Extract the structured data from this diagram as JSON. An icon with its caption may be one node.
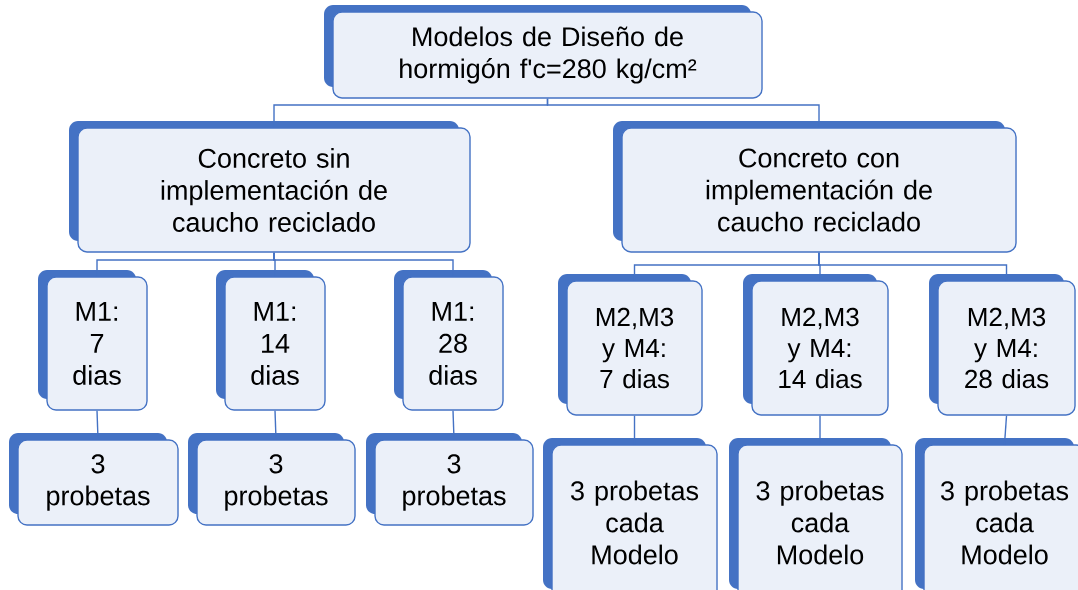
{
  "diagram": {
    "nodes": [
      {
        "text": [
          "Modelos de Diseño de hormigón f'c=280 kg/cm²"
        ]
      },
      {
        "text": [
          "Concreto sin implementación de caucho reciclado"
        ]
      },
      {
        "text": [
          "Concreto con implementación de caucho reciclado"
        ]
      },
      {
        "text": [
          "M1: 7 dias"
        ]
      },
      {
        "text": [
          "M1: 14 dias"
        ]
      },
      {
        "text": [
          "M1: 28 dias"
        ]
      },
      {
        "text": [
          "M2,M3 y M4: 7 dias"
        ]
      },
      {
        "text": [
          "M2,M3 y M4: 14 dias"
        ]
      },
      {
        "text": [
          "M2,M3 y M4: 28 dias"
        ]
      },
      {
        "text": [
          "3 probetas"
        ]
      },
      {
        "text": [
          "3 probetas"
        ]
      },
      {
        "text": [
          "3 probetas"
        ]
      },
      {
        "text": [
          "3 probetas cada Modelo"
        ]
      },
      {
        "text": [
          "3 probetas cada Modelo"
        ]
      },
      {
        "text": [
          "3 probetas cada Modelo"
        ]
      }
    ],
    "edges": [
      {
        "from": 0,
        "to": 1,
        "arrow": "none"
      },
      {
        "from": 0,
        "to": 2,
        "arrow": "none"
      },
      {
        "from": 1,
        "to": 3,
        "arrow": "none"
      },
      {
        "from": 1,
        "to": 4,
        "arrow": "none"
      },
      {
        "from": 1,
        "to": 5,
        "arrow": "none"
      },
      {
        "from": 2,
        "to": 6,
        "arrow": "none"
      },
      {
        "from": 2,
        "to": 7,
        "arrow": "none"
      },
      {
        "from": 2,
        "to": 8,
        "arrow": "none"
      },
      {
        "from": 3,
        "to": 9,
        "arrow": "none"
      },
      {
        "from": 4,
        "to": 10,
        "arrow": "none"
      },
      {
        "from": 5,
        "to": 11,
        "arrow": "none"
      },
      {
        "from": 6,
        "to": 12,
        "arrow": "none"
      },
      {
        "from": 7,
        "to": 13,
        "arrow": "none"
      },
      {
        "from": 8,
        "to": 14,
        "arrow": "none"
      }
    ]
  }
}
